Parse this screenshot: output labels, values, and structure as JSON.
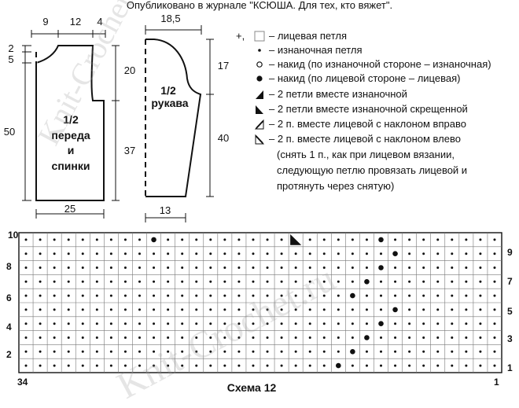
{
  "publication_note": "Опубликовано в журнале \"КСЮША. Для тех, кто вяжет\".",
  "watermark": "Knit-Crochet.ru",
  "body_piece": {
    "label_lines": [
      "1/2",
      "переда",
      "и",
      "спинки"
    ],
    "dims": {
      "top_left": "9",
      "top_mid": "12",
      "top_right": "4",
      "left_a": "2",
      "left_b": "5",
      "left_total": "50",
      "right_armhole": "20",
      "right_lower": "37",
      "bottom": "25"
    }
  },
  "sleeve_piece": {
    "label_lines": [
      "1/2",
      "рукава"
    ],
    "dims": {
      "top": "18,5",
      "cap": "17",
      "length": "40",
      "bottom": "13"
    }
  },
  "legend": [
    {
      "symbol": "plus-square",
      "prefix": "+,",
      "text": "– лицевая петля"
    },
    {
      "symbol": "dot",
      "text": "– изнаночная петля"
    },
    {
      "symbol": "circle",
      "text": "– накид (по изнаночной стороне – изнаночная)"
    },
    {
      "symbol": "filled-circle",
      "text": "– накид (по лицевой стороне – лицевая)"
    },
    {
      "symbol": "black-tri-right",
      "text": "– 2 петли вместе изнаночной"
    },
    {
      "symbol": "black-tri-left",
      "text": "– 2 петли вместе изнаночной скрещенной"
    },
    {
      "symbol": "tri-right",
      "text": "– 2 п. вместе лицевой с наклоном вправо"
    },
    {
      "symbol": "tri-left",
      "text": "– 2 п. вместе лицевой с наклоном влево"
    }
  ],
  "legend_extra": [
    "(снять 1 п., как при лицевом вязании,",
    "следующую петлю провязать лицевой и",
    "протянуть через снятую)"
  ],
  "chart": {
    "title": "Схема 12",
    "columns": 34,
    "rows": 10,
    "col_label_left": "34",
    "col_label_right": "1",
    "row_labels_left": [
      "10",
      "8",
      "6",
      "4",
      "2"
    ],
    "row_labels_right": [
      "9",
      "7",
      "5",
      "3",
      "1"
    ],
    "grid": [
      ".........Y.........%.....Y........",
      "..........................Y.......",
      ".........................Y........",
      "........................Y.........",
      ".......................Y..........",
      "..........................Y.......",
      ".........................Y........",
      "........................Y.........",
      ".......................Y..........",
      "......................Y..........."
    ]
  }
}
